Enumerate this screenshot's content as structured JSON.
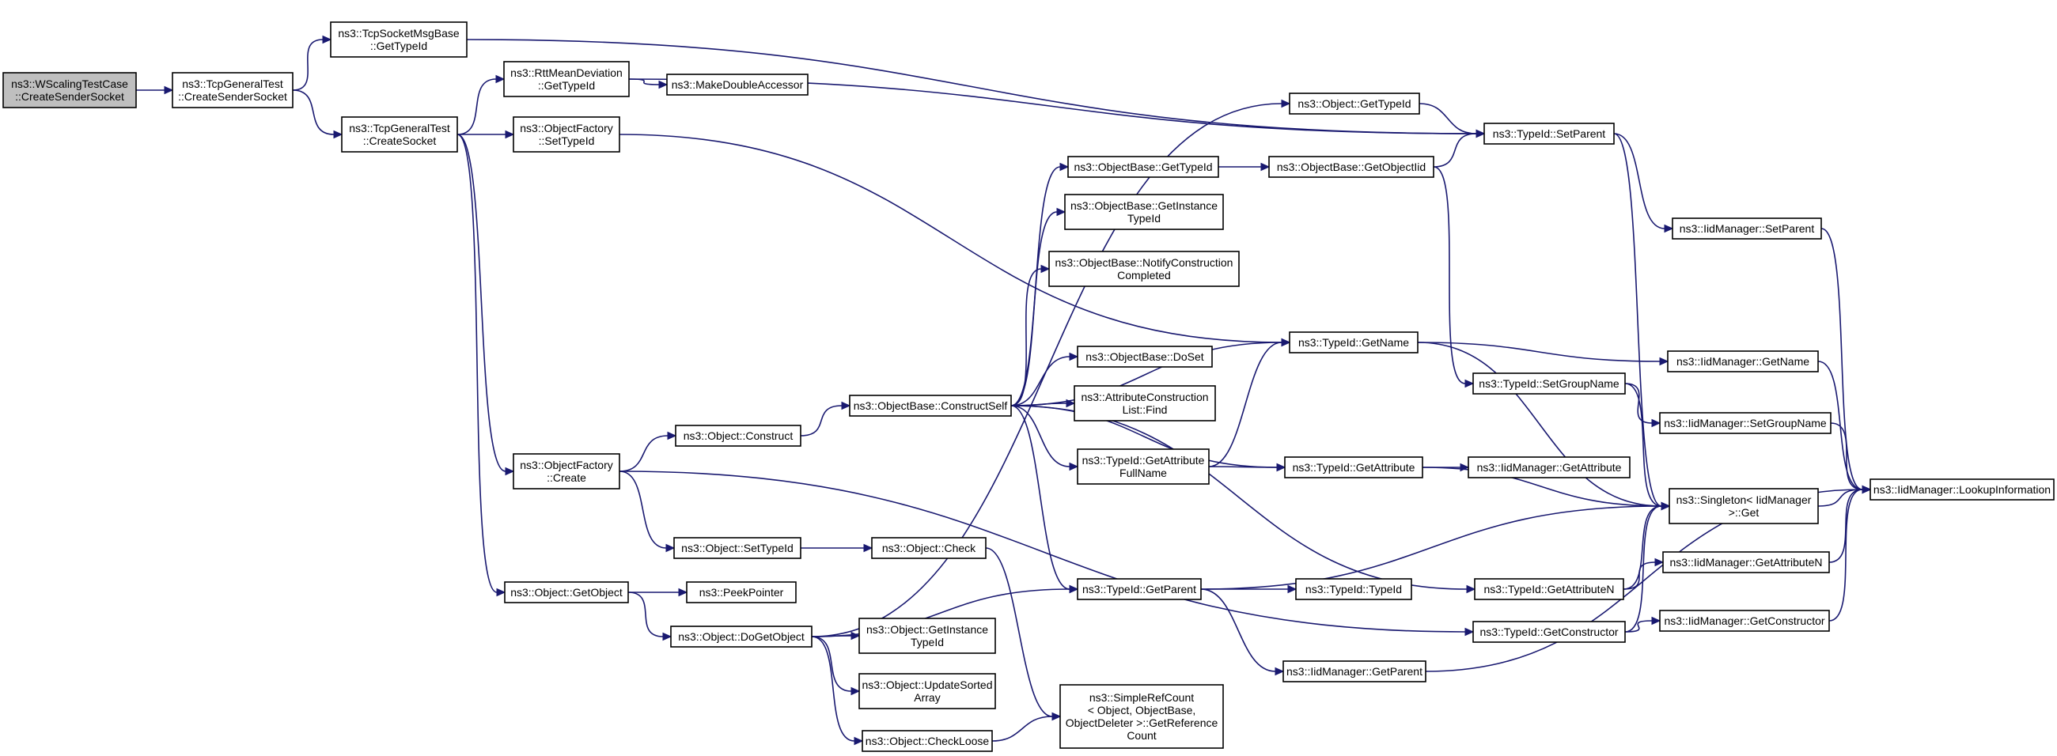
{
  "colors": {
    "edge": "#191970",
    "root_fill": "#bfbfbf",
    "node_fill": "#ffffff",
    "node_border": "#000000"
  },
  "nodes": [
    {
      "id": "wscaling",
      "lines": [
        "ns3::WScalingTestCase",
        "::CreateSenderSocket"
      ],
      "root": true
    },
    {
      "id": "tcpgen_css",
      "lines": [
        "ns3::TcpGeneralTest",
        "::CreateSenderSocket"
      ]
    },
    {
      "id": "tcpsockmsg",
      "lines": [
        "ns3::TcpSocketMsgBase",
        "::GetTypeId"
      ]
    },
    {
      "id": "tcpgen_cs",
      "lines": [
        "ns3::TcpGeneralTest",
        "::CreateSocket"
      ]
    },
    {
      "id": "rttmean",
      "lines": [
        "ns3::RttMeanDeviation",
        "::GetTypeId"
      ]
    },
    {
      "id": "makedouble",
      "lines": [
        "ns3::MakeDoubleAccessor"
      ]
    },
    {
      "id": "objfac_settid",
      "lines": [
        "ns3::ObjectFactory",
        "::SetTypeId"
      ]
    },
    {
      "id": "objfac_create",
      "lines": [
        "ns3::ObjectFactory",
        "::Create"
      ]
    },
    {
      "id": "obj_getobject",
      "lines": [
        "ns3::Object::GetObject"
      ]
    },
    {
      "id": "peekpointer",
      "lines": [
        "ns3::PeekPointer"
      ]
    },
    {
      "id": "obj_dogetobject",
      "lines": [
        "ns3::Object::DoGetObject"
      ]
    },
    {
      "id": "obj_construct",
      "lines": [
        "ns3::Object::Construct"
      ]
    },
    {
      "id": "obj_settid",
      "lines": [
        "ns3::Object::SetTypeId"
      ]
    },
    {
      "id": "obj_check",
      "lines": [
        "ns3::Object::Check"
      ]
    },
    {
      "id": "obj_getinst",
      "lines": [
        "ns3::Object::GetInstance",
        "TypeId"
      ]
    },
    {
      "id": "obj_updsorted",
      "lines": [
        "ns3::Object::UpdateSorted",
        "Array"
      ]
    },
    {
      "id": "obj_checkloose",
      "lines": [
        "ns3::Object::CheckLoose"
      ]
    },
    {
      "id": "objbase_cs",
      "lines": [
        "ns3::ObjectBase::ConstructSelf"
      ]
    },
    {
      "id": "objbase_gettid",
      "lines": [
        "ns3::ObjectBase::GetTypeId"
      ]
    },
    {
      "id": "objbase_getinst",
      "lines": [
        "ns3::ObjectBase::GetInstance",
        "TypeId"
      ]
    },
    {
      "id": "objbase_notify",
      "lines": [
        "ns3::ObjectBase::NotifyConstruction",
        "Completed"
      ]
    },
    {
      "id": "objbase_doset",
      "lines": [
        "ns3::ObjectBase::DoSet"
      ]
    },
    {
      "id": "attrconst_find",
      "lines": [
        "ns3::AttributeConstruction",
        "List::Find"
      ]
    },
    {
      "id": "tid_getattrfull",
      "lines": [
        "ns3::TypeId::GetAttribute",
        "FullName"
      ]
    },
    {
      "id": "tid_getparent",
      "lines": [
        "ns3::TypeId::GetParent"
      ]
    },
    {
      "id": "simplerefcount",
      "lines": [
        "ns3::SimpleRefCount",
        "< Object, ObjectBase,",
        "ObjectDeleter >::GetReference",
        "Count"
      ]
    },
    {
      "id": "obj_gettid",
      "lines": [
        "ns3::Object::GetTypeId"
      ]
    },
    {
      "id": "objbase_getobjiid",
      "lines": [
        "ns3::ObjectBase::GetObjectIid"
      ]
    },
    {
      "id": "tid_getname",
      "lines": [
        "ns3::TypeId::GetName"
      ]
    },
    {
      "id": "tid_getattr",
      "lines": [
        "ns3::TypeId::GetAttribute"
      ]
    },
    {
      "id": "tid_typeid",
      "lines": [
        "ns3::TypeId::TypeId"
      ]
    },
    {
      "id": "iidm_getparent",
      "lines": [
        "ns3::IidManager::GetParent"
      ]
    },
    {
      "id": "tid_setparent",
      "lines": [
        "ns3::TypeId::SetParent"
      ]
    },
    {
      "id": "tid_setgroup",
      "lines": [
        "ns3::TypeId::SetGroupName"
      ]
    },
    {
      "id": "iidm_getattr",
      "lines": [
        "ns3::IidManager::GetAttribute"
      ]
    },
    {
      "id": "tid_getattrn",
      "lines": [
        "ns3::TypeId::GetAttributeN"
      ]
    },
    {
      "id": "tid_getctor",
      "lines": [
        "ns3::TypeId::GetConstructor"
      ]
    },
    {
      "id": "iidm_setparent",
      "lines": [
        "ns3::IidManager::SetParent"
      ]
    },
    {
      "id": "iidm_getname",
      "lines": [
        "ns3::IidManager::GetName"
      ]
    },
    {
      "id": "iidm_setgroup",
      "lines": [
        "ns3::IidManager::SetGroupName"
      ]
    },
    {
      "id": "singleton_get",
      "lines": [
        "ns3::Singleton< IidManager",
        " >::Get"
      ]
    },
    {
      "id": "iidm_getattrn",
      "lines": [
        "ns3::IidManager::GetAttributeN"
      ]
    },
    {
      "id": "iidm_getctor",
      "lines": [
        "ns3::IidManager::GetConstructor"
      ]
    },
    {
      "id": "iidm_lookup",
      "lines": [
        "ns3::IidManager::LookupInformation"
      ]
    }
  ],
  "edges": [
    [
      "wscaling",
      "tcpgen_css"
    ],
    [
      "tcpgen_css",
      "tcpsockmsg"
    ],
    [
      "tcpgen_css",
      "tcpgen_cs"
    ],
    [
      "tcpsockmsg",
      "tid_setparent"
    ],
    [
      "tcpgen_cs",
      "rttmean"
    ],
    [
      "tcpgen_cs",
      "objfac_settid"
    ],
    [
      "tcpgen_cs",
      "objfac_create"
    ],
    [
      "tcpgen_cs",
      "obj_getobject"
    ],
    [
      "rttmean",
      "makedouble"
    ],
    [
      "rttmean",
      "tid_setparent"
    ],
    [
      "objfac_settid",
      "tid_getname"
    ],
    [
      "objfac_create",
      "obj_construct"
    ],
    [
      "objfac_create",
      "obj_settid"
    ],
    [
      "objfac_create",
      "tid_getctor"
    ],
    [
      "obj_getobject",
      "peekpointer"
    ],
    [
      "obj_getobject",
      "obj_dogetobject"
    ],
    [
      "obj_dogetobject",
      "obj_gettid"
    ],
    [
      "obj_dogetobject",
      "tid_getparent"
    ],
    [
      "obj_dogetobject",
      "obj_getinst"
    ],
    [
      "obj_dogetobject",
      "obj_updsorted"
    ],
    [
      "obj_dogetobject",
      "obj_checkloose"
    ],
    [
      "obj_construct",
      "objbase_cs"
    ],
    [
      "obj_settid",
      "obj_check"
    ],
    [
      "obj_check",
      "simplerefcount"
    ],
    [
      "obj_checkloose",
      "simplerefcount"
    ],
    [
      "objbase_cs",
      "objbase_gettid"
    ],
    [
      "objbase_cs",
      "objbase_getinst"
    ],
    [
      "objbase_cs",
      "objbase_notify"
    ],
    [
      "objbase_cs",
      "tid_getname"
    ],
    [
      "objbase_cs",
      "objbase_doset"
    ],
    [
      "objbase_cs",
      "attrconst_find"
    ],
    [
      "objbase_cs",
      "tid_getattrfull"
    ],
    [
      "objbase_cs",
      "tid_getattr"
    ],
    [
      "objbase_cs",
      "tid_getattrn"
    ],
    [
      "objbase_cs",
      "tid_getparent"
    ],
    [
      "objbase_gettid",
      "objbase_getobjiid"
    ],
    [
      "tid_getattrfull",
      "tid_getname"
    ],
    [
      "tid_getattrfull",
      "tid_getattr"
    ],
    [
      "tid_getparent",
      "tid_typeid"
    ],
    [
      "tid_getparent",
      "iidm_getparent"
    ],
    [
      "tid_getparent",
      "singleton_get"
    ],
    [
      "obj_gettid",
      "tid_setparent"
    ],
    [
      "objbase_getobjiid",
      "tid_setparent"
    ],
    [
      "objbase_getobjiid",
      "tid_setgroup"
    ],
    [
      "tid_getname",
      "iidm_getname"
    ],
    [
      "tid_getname",
      "singleton_get"
    ],
    [
      "tid_getattr",
      "iidm_getattr"
    ],
    [
      "tid_getattr",
      "singleton_get"
    ],
    [
      "tid_getattrn",
      "iidm_getattrn"
    ],
    [
      "tid_getattrn",
      "singleton_get"
    ],
    [
      "tid_getctor",
      "iidm_getctor"
    ],
    [
      "tid_getctor",
      "singleton_get"
    ],
    [
      "iidm_getparent",
      "iidm_lookup"
    ],
    [
      "tid_setparent",
      "iidm_setparent"
    ],
    [
      "tid_setparent",
      "singleton_get"
    ],
    [
      "tid_setgroup",
      "iidm_setgroup"
    ],
    [
      "tid_setgroup",
      "singleton_get"
    ],
    [
      "iidm_setparent",
      "iidm_lookup"
    ],
    [
      "iidm_getname",
      "iidm_lookup"
    ],
    [
      "iidm_setgroup",
      "iidm_lookup"
    ],
    [
      "singleton_get",
      "iidm_lookup"
    ],
    [
      "iidm_getattrn",
      "iidm_lookup"
    ],
    [
      "iidm_getctor",
      "iidm_lookup"
    ]
  ]
}
